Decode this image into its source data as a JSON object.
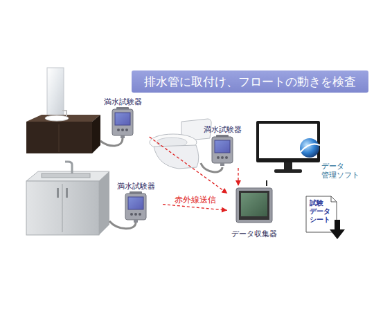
{
  "diagram": {
    "title": "排水管に取付け、フロートの動きを検査",
    "nodes": [
      {
        "text": [
          "満水試験器"
        ]
      },
      {
        "text": [
          "満水試験器"
        ]
      },
      {
        "text": [
          "満水試験器"
        ]
      },
      {
        "text": [
          "データ収集器"
        ]
      },
      {
        "text": [
          "データ 管理ソフト"
        ]
      },
      {
        "text": [
          "試験 データ シート"
        ]
      }
    ],
    "edges": [
      {
        "from": 0,
        "to": 3,
        "arrow": "to"
      },
      {
        "from": 1,
        "to": 3,
        "arrow": "to"
      },
      {
        "from": 2,
        "to": 3,
        "label": "赤外線送信",
        "arrow": "to"
      },
      {
        "from": 3,
        "to": 4,
        "arrow": "none"
      }
    ]
  }
}
